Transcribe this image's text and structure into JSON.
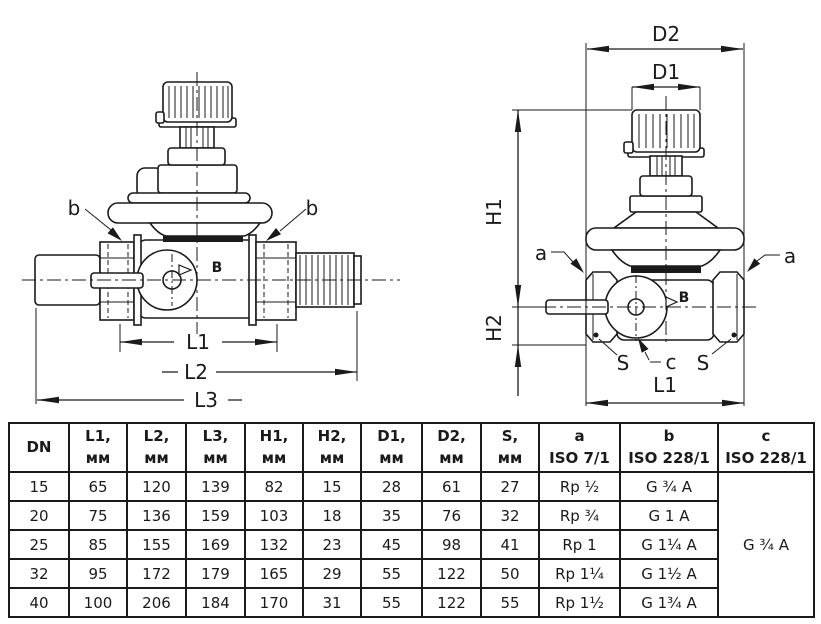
{
  "ink_color": "#1a1a1a",
  "left_view": {
    "label_b_left": "b",
    "label_b_right": "b",
    "body_label": "B",
    "dim_l1": "L1",
    "dim_l2": "L2",
    "dim_l3": "L3"
  },
  "right_view": {
    "label_a_left": "a",
    "label_a_right": "a",
    "label_s_left": "S",
    "label_s_right": "S",
    "label_c": "c",
    "body_label": "B",
    "dim_d1": "D1",
    "dim_d2": "D2",
    "dim_h1": "H1",
    "dim_h2": "H2",
    "dim_l1": "L1"
  },
  "table": {
    "headers": [
      {
        "line1": "DN",
        "line2": ""
      },
      {
        "line1": "L1,",
        "line2": "мм"
      },
      {
        "line1": "L2,",
        "line2": "мм"
      },
      {
        "line1": "L3,",
        "line2": "мм"
      },
      {
        "line1": "H1,",
        "line2": "мм"
      },
      {
        "line1": "H2,",
        "line2": "мм"
      },
      {
        "line1": "D1,",
        "line2": "мм"
      },
      {
        "line1": "D2,",
        "line2": "мм"
      },
      {
        "line1": "S,",
        "line2": "мм"
      },
      {
        "line1": "a",
        "line2": "ISO 7/1"
      },
      {
        "line1": "b",
        "line2": "ISO 228/1"
      },
      {
        "line1": "c",
        "line2": "ISO 228/1"
      }
    ],
    "rows": [
      {
        "dn": "15",
        "l1": "65",
        "l2": "120",
        "l3": "139",
        "h1": "82",
        "h2": "15",
        "d1": "28",
        "d2": "61",
        "s": "27",
        "a": "Rp ½",
        "b": "G ¾ A"
      },
      {
        "dn": "20",
        "l1": "75",
        "l2": "136",
        "l3": "159",
        "h1": "103",
        "h2": "18",
        "d1": "35",
        "d2": "76",
        "s": "32",
        "a": "Rp ¾",
        "b": "G 1 A"
      },
      {
        "dn": "25",
        "l1": "85",
        "l2": "155",
        "l3": "169",
        "h1": "132",
        "h2": "23",
        "d1": "45",
        "d2": "98",
        "s": "41",
        "a": "Rp 1",
        "b": "G 1¼ A"
      },
      {
        "dn": "32",
        "l1": "95",
        "l2": "172",
        "l3": "179",
        "h1": "165",
        "h2": "29",
        "d1": "55",
        "d2": "122",
        "s": "50",
        "a": "Rp 1¼",
        "b": "G 1½ A"
      },
      {
        "dn": "40",
        "l1": "100",
        "l2": "206",
        "l3": "184",
        "h1": "170",
        "h2": "31",
        "d1": "55",
        "d2": "122",
        "s": "55",
        "a": "Rp 1½",
        "b": "G 1¾ A"
      }
    ],
    "c_merged": "G ¾ A"
  }
}
